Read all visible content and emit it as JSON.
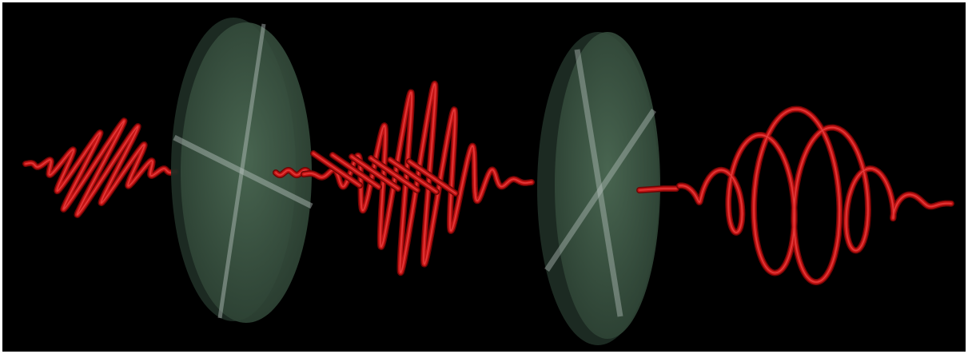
{
  "colors": {
    "frame": "#ffffff",
    "background": "#000000",
    "wave": "#c41414",
    "wave_dark": "#6e0505",
    "wave_highlight": "#ff5a5a",
    "plate_face": "#3f5a46",
    "plate_rim": "#22322a",
    "plate_line": "#b9c4c0"
  },
  "scene": {
    "description_elements": [
      "linearly-polarized-wave-in",
      "waveplate-1",
      "linearly-polarized-wave-middle",
      "waveplate-2",
      "circularly-polarized-wave-out"
    ]
  }
}
